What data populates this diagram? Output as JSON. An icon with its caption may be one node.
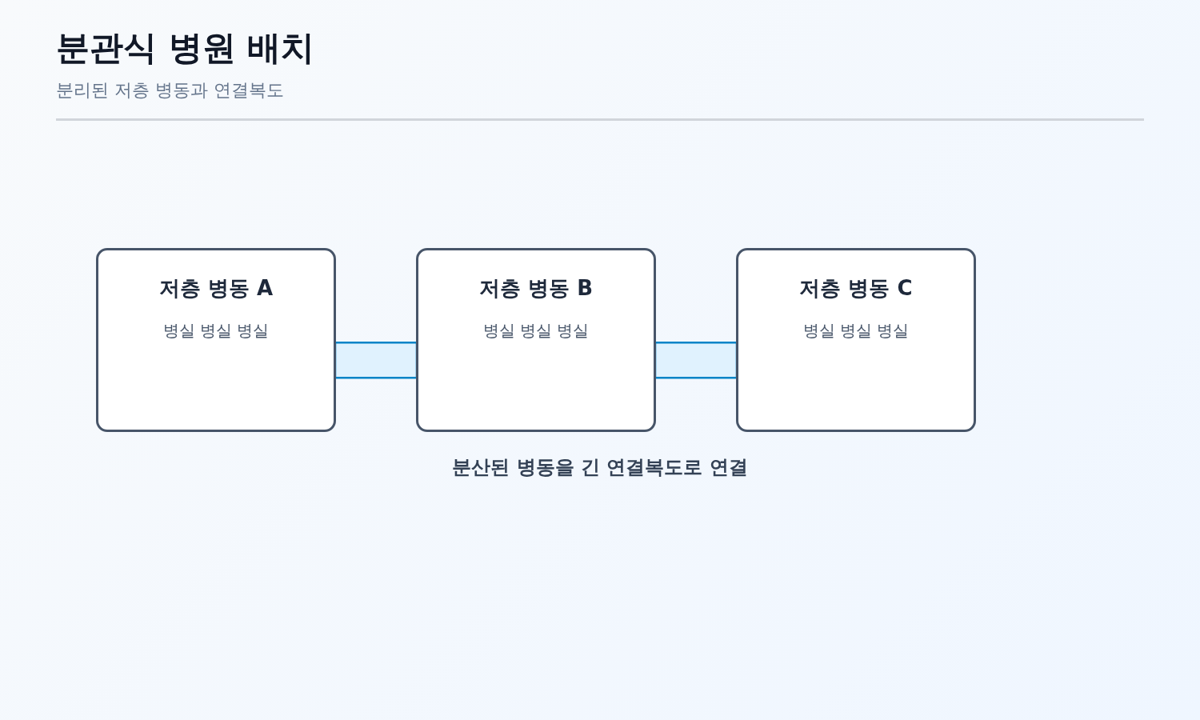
{
  "diagram": {
    "title": "분관식 병원 배치",
    "caption": "분산된 병동을 긴 연결복도로 연결",
    "nodes": [
      {
        "text": [
          "저층 병동 A",
          "병실 병실 병실"
        ]
      },
      {
        "text": [
          "저층 병동 B",
          "병실 병실 병실"
        ]
      },
      {
        "text": [
          "저층 병동 C",
          "병실 병실 병실"
        ]
      }
    ],
    "edges": [
      {
        "from": 0,
        "to": 1,
        "arrow": "none",
        "style": "thick",
        "color": "#0284c7"
      },
      {
        "from": 1,
        "to": 2,
        "arrow": "none",
        "style": "thick",
        "color": "#0284c7"
      }
    ],
    "labels": [
      "분리된 저층 병동과 연결복도"
    ]
  }
}
